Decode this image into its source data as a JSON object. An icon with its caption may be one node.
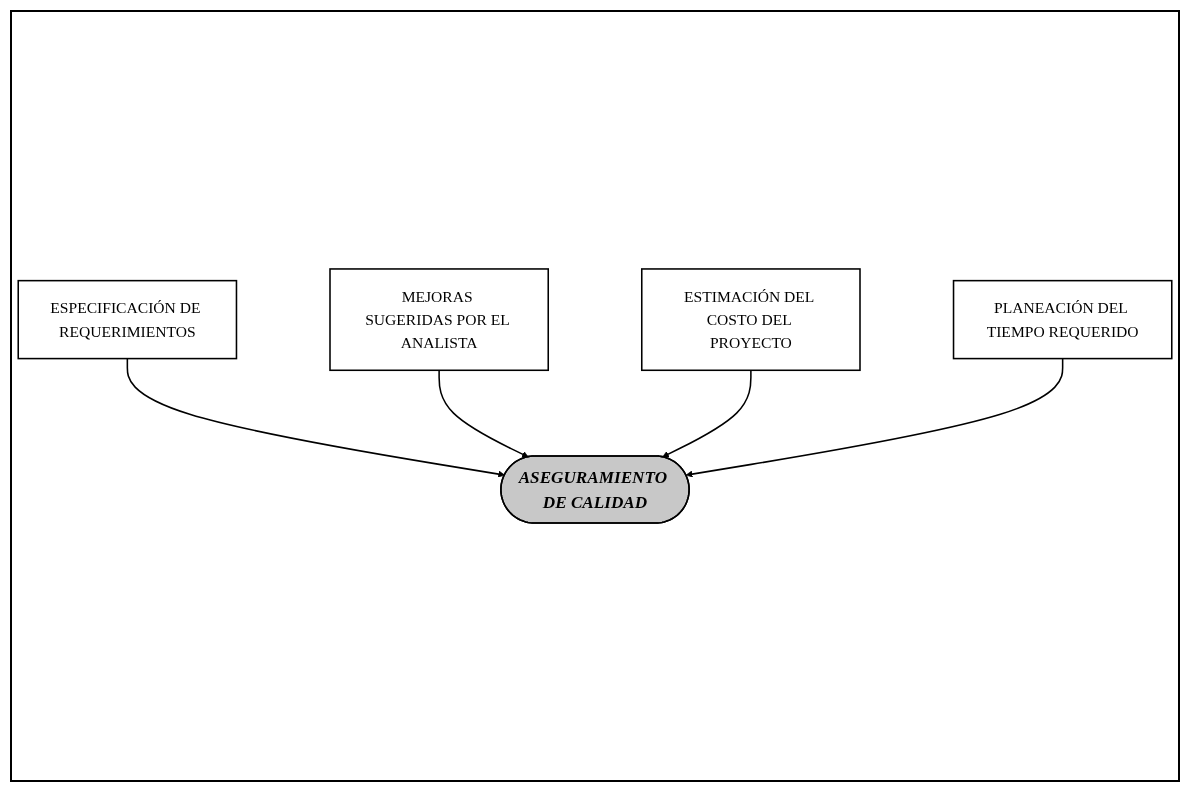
{
  "diagram": {
    "nodes": [
      {
        "text": [
          "ESPECIFICACIÓN DE REQUERIMIENTOS"
        ]
      },
      {
        "text": [
          "MEJORAS SUGERIDAS POR EL ANALISTA"
        ]
      },
      {
        "text": [
          "ASEGURAMIENTO DE CALIDAD"
        ]
      },
      {
        "text": [
          "ESTIMACIÓN DEL COSTO DEL PROYECTO"
        ]
      },
      {
        "text": [
          "PLANEACIÓN DEL TIEMPO REQUERIDO"
        ]
      }
    ],
    "edges": [
      {
        "from": 0,
        "to": 2,
        "arrow": "to"
      },
      {
        "from": 1,
        "to": 2,
        "arrow": "to"
      },
      {
        "from": 3,
        "to": 2,
        "arrow": "to"
      },
      {
        "from": 4,
        "to": 2,
        "arrow": "to"
      }
    ]
  }
}
